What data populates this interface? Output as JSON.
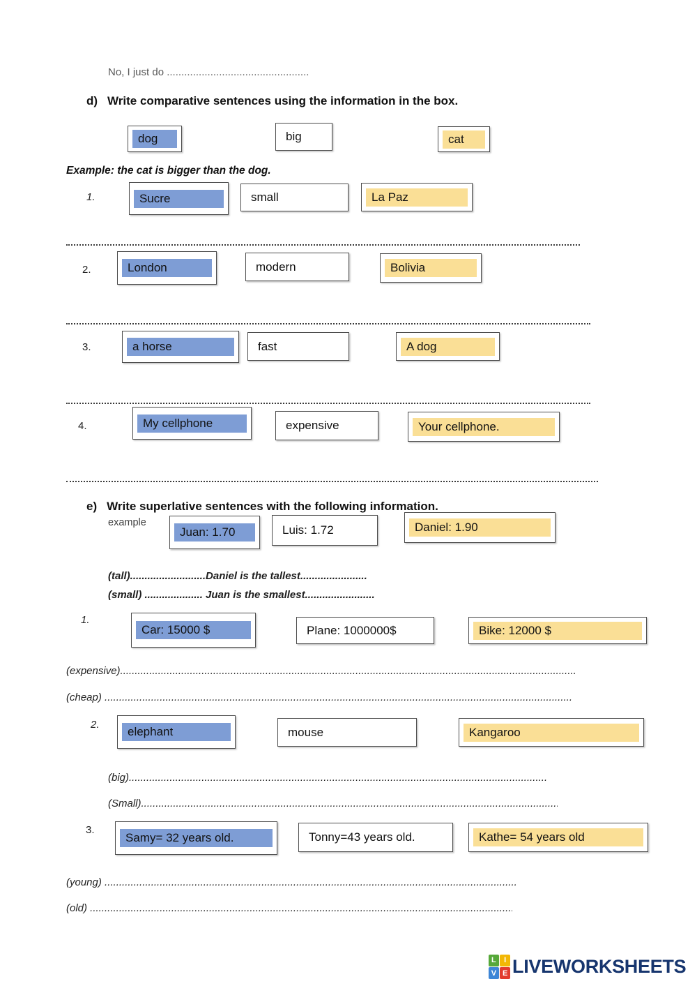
{
  "colors": {
    "blue_highlight": "#7E9DD5",
    "yellow_highlight": "#FADF96",
    "logo_navy": "#16356E",
    "tile_green": "#56A839",
    "tile_yellow": "#F2B705",
    "tile_blue": "#3E86D6",
    "tile_red": "#E23B2E"
  },
  "top": {
    "answer_line": "No, I just do ................................................."
  },
  "section_d": {
    "label": "d)",
    "title": "Write comparative sentences using the information in the box.",
    "example_line": "Example: the cat is bigger than the dog.",
    "word_box": {
      "a": "dog",
      "b": "big",
      "c": "cat"
    },
    "items": [
      {
        "num": "1.",
        "a": "Sucre",
        "b": "small",
        "c": "La Paz"
      },
      {
        "num": "2.",
        "a": "London",
        "b": "modern",
        "c": "Bolivia"
      },
      {
        "num": "3.",
        "a": "a horse",
        "b": "fast",
        "c": "A dog"
      },
      {
        "num": "4.",
        "a": "My cellphone",
        "b": "expensive",
        "c": "Your cellphone."
      }
    ]
  },
  "section_e": {
    "label": "e)",
    "title": "Write superlative sentences with the following information.",
    "example_label": "example",
    "example_boxes": {
      "a": "Juan: 1.70",
      "b": "Luis: 1.72",
      "c": "Daniel: 1.90"
    },
    "example_answers": {
      "tall": "(tall)..........................Daniel is the tallest.......................",
      "small": "(small) .................... Juan is the smallest........................"
    },
    "items": [
      {
        "num": "1.",
        "a": "Car: 15000 $",
        "b": "Plane: 1000000$",
        "c": "Bike: 12000 $"
      },
      {
        "num": "2.",
        "a": "elephant",
        "b": "mouse",
        "c": "Kangaroo"
      },
      {
        "num": "3.",
        "a": "Samy= 32 years old.",
        "b": "Tonny=43 years old.",
        "c": "Kathe= 54 years old"
      }
    ],
    "answer_lines": {
      "expensive": "(expensive).........................................................................................................................................................................................................",
      "cheap": "(cheap) ....................................................................................................................................................................................................",
      "big": "(big)...........................................................................................................................................................................................",
      "small_cap": "(Small)........................................................................................................................................................................................",
      "young": "(young) ...................................................................................................................................................................................",
      "old": "(old) ......................................................................................................................................................................................."
    }
  },
  "footer": {
    "logo_text": "LIVEWORKSHEETS",
    "logo_tiles": [
      "L",
      "I",
      "V",
      "E"
    ]
  }
}
